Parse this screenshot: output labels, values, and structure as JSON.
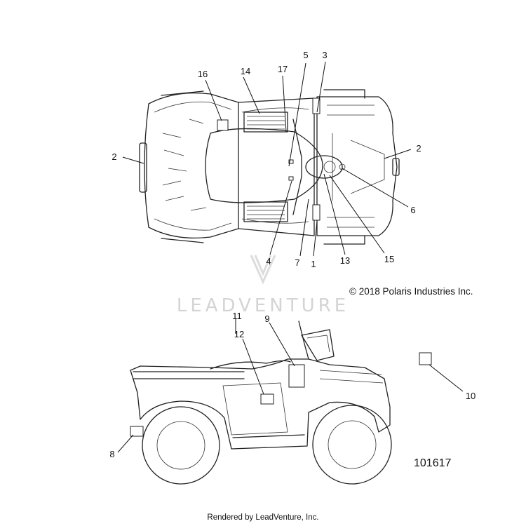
{
  "watermark": {
    "text": "LEADVENTURE"
  },
  "copyright": "© 2018 Polaris Industries Inc.",
  "part_number": "101617",
  "footer": "Rendered by LeadVenture, Inc.",
  "callouts": {
    "c1": "1",
    "c2a": "2",
    "c2b": "2",
    "c3": "3",
    "c4": "4",
    "c5": "5",
    "c6": "6",
    "c7": "7",
    "c8": "8",
    "c9": "9",
    "c10": "10",
    "c11": "11",
    "c12": "12",
    "c13": "13",
    "c14": "14",
    "c15": "15",
    "c16": "16",
    "c17": "17"
  }
}
